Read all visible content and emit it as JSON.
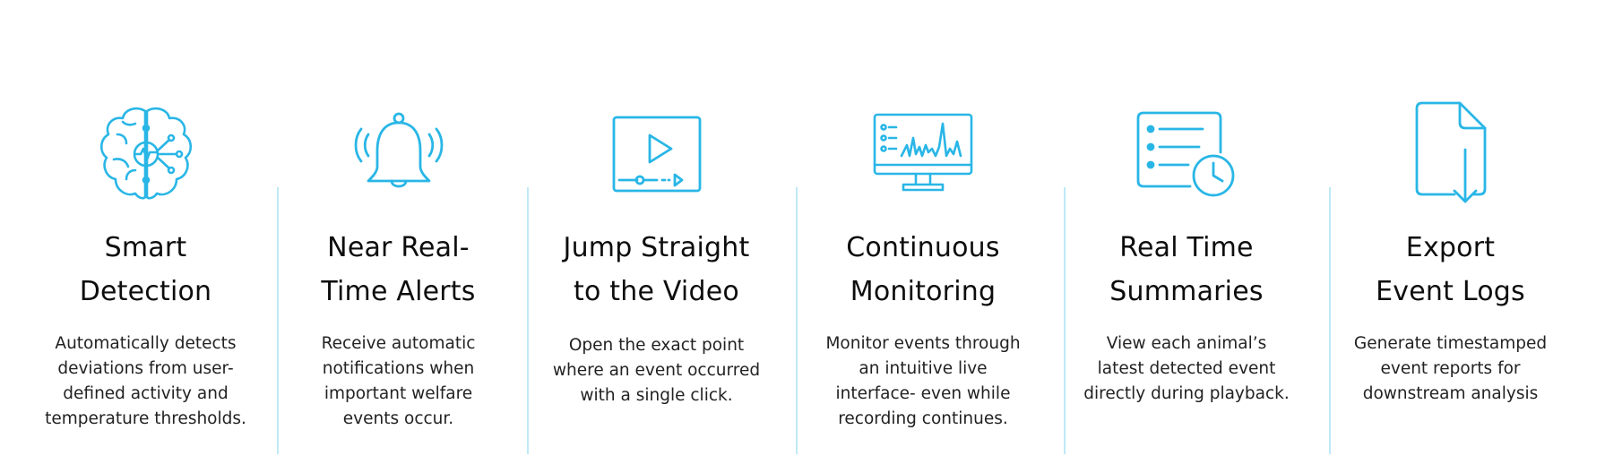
{
  "accent_color": "#29b6e6",
  "features": [
    {
      "icon": "brain-circuit-icon",
      "title": "Smart\nDetection",
      "description": "Automatically detects\ndeviations from user-\ndefined activity and\ntemperature thresholds."
    },
    {
      "icon": "bell-alert-icon",
      "title": "Near Real-\nTime Alerts",
      "description": "Receive automatic\nnotifications when\nimportant welfare\nevents occur."
    },
    {
      "icon": "video-play-icon",
      "title": "Jump Straight\nto the Video",
      "description": "Open the exact point\nwhere an event occurred\nwith a single click."
    },
    {
      "icon": "monitor-chart-icon",
      "title": "Continuous\nMonitoring",
      "description": "Monitor events through\nan intuitive live\ninterface- even while\nrecording continues."
    },
    {
      "icon": "list-clock-icon",
      "title": "Real Time\nSummaries",
      "description": "View each animal’s\nlatest detected event\ndirectly during playback."
    },
    {
      "icon": "file-export-icon",
      "title": "Export\nEvent Logs",
      "description": "Generate timestamped\nevent reports for\ndownstream analysis"
    }
  ]
}
